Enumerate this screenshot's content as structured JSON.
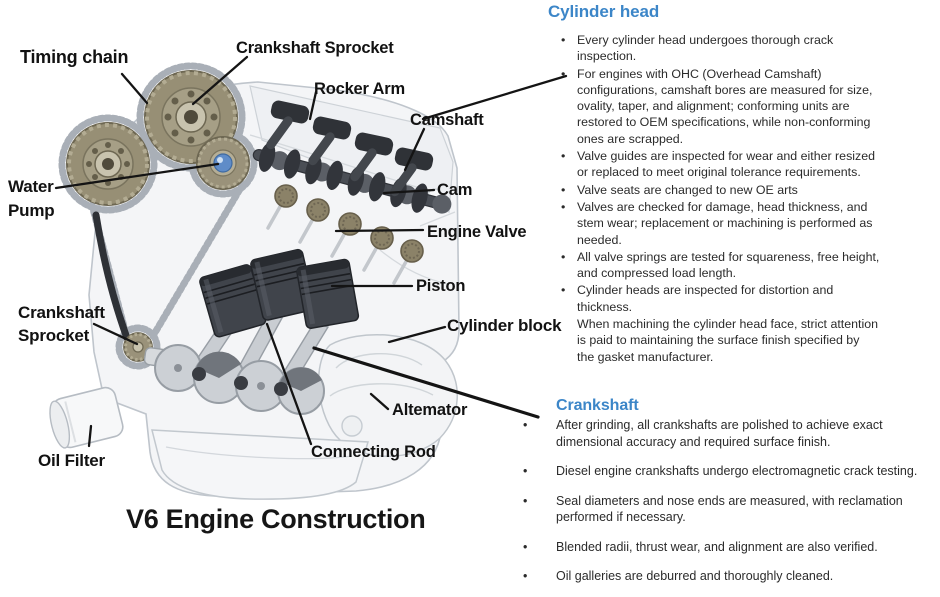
{
  "figure": {
    "title": "V6 Engine Construction",
    "labels": [
      {
        "id": "timing-chain",
        "text": "Timing chain"
      },
      {
        "id": "crankshaft-sprocket-top",
        "text": "Crankshaft Sprocket"
      },
      {
        "id": "rocker-arm",
        "text": "Rocker Arm"
      },
      {
        "id": "camshaft",
        "text": "Camshaft"
      },
      {
        "id": "cam",
        "text": "Cam"
      },
      {
        "id": "engine-valve",
        "text": "Engine Valve"
      },
      {
        "id": "piston",
        "text": "Piston"
      },
      {
        "id": "cylinder-block",
        "text": "Cylinder block"
      },
      {
        "id": "water-pump",
        "text": "Water\nPump"
      },
      {
        "id": "crankshaft-sprocket-left",
        "text": "Crankshaft\nSprocket"
      },
      {
        "id": "oil-filter",
        "text": "Oil Filter"
      },
      {
        "id": "alternator",
        "text": "Altemator"
      },
      {
        "id": "connecting-rod",
        "text": "Connecting Rod"
      }
    ]
  },
  "sections": [
    {
      "heading": "Cylinder head",
      "bullets": [
        "Every cylinder head undergoes thorough crack inspection.",
        "For engines with OHC (Overhead Camshaft) configurations, camshaft bores are measured for size, ovality, taper, and alignment; conforming units are restored to OEM specifications, while non-conforming ones are scrapped.",
        "Valve guides are inspected for wear and either resized or replaced to meet original tolerance requirements.",
        "Valve seats are changed to new OE arts",
        "Valves are checked for damage, head thickness, and stem wear; replacement or machining is performed as needed.",
        "All valve springs are tested for squareness, free height, and compressed load length.",
        "Cylinder heads are inspected for distortion and thickness."
      ],
      "note": "When machining the cylinder head face, strict attention is paid to maintaining the surface finish specified by the gasket manufacturer."
    },
    {
      "heading": "Crankshaft",
      "bullets": [
        "After grinding, all crankshafts are polished to achieve exact dimensional accuracy and required surface finish.",
        "Diesel engine crankshafts undergo electromagnetic crack testing.",
        "Seal diameters and nose ends are measured, with reclamation performed if necessary.",
        "Blended radii, thrust wear, and alignment are also verified.",
        "Oil galleries are deburred and thoroughly cleaned."
      ]
    }
  ],
  "colors": {
    "heading_accent": "#3c86c8",
    "label_text": "#121212",
    "body_text": "#2b2b2b",
    "leader_line": "#141414",
    "sprocket_olive": "#978f75",
    "dark_parts": "#35383d",
    "water_pump_lens": "#5f8cc8"
  }
}
